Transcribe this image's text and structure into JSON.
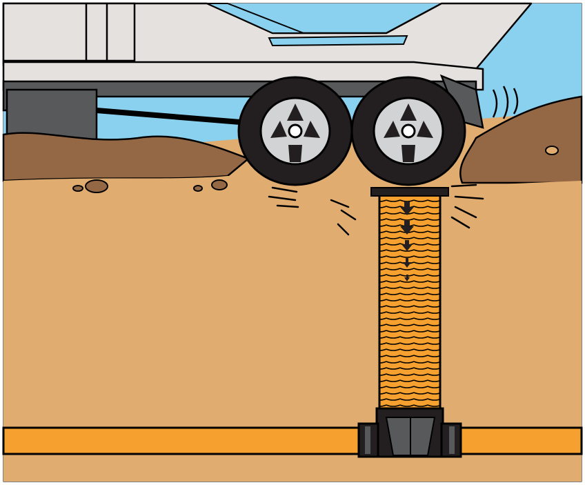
{
  "scene": {
    "kind": "illustration",
    "subject": [
      "truck-trailer",
      "dual-wheels",
      "soil",
      "corrugated-riser-pipe",
      "horizontal-pipe",
      "tee-fitting"
    ],
    "colors": {
      "sky": "#8ad0ef",
      "trailer_body": "#e4e1df",
      "chassis": "#58595b",
      "tire": "#231f20",
      "rim": "#d1d3d4",
      "soil_surface": "#946745",
      "soil": "#e0ac70",
      "pipe_orange": "#f6a12f",
      "outline": "#000000"
    },
    "icons": [
      "down-arrow-icon",
      "down-arrow-icon",
      "down-arrow-icon",
      "down-arrow-icon",
      "down-arrow-icon"
    ]
  }
}
